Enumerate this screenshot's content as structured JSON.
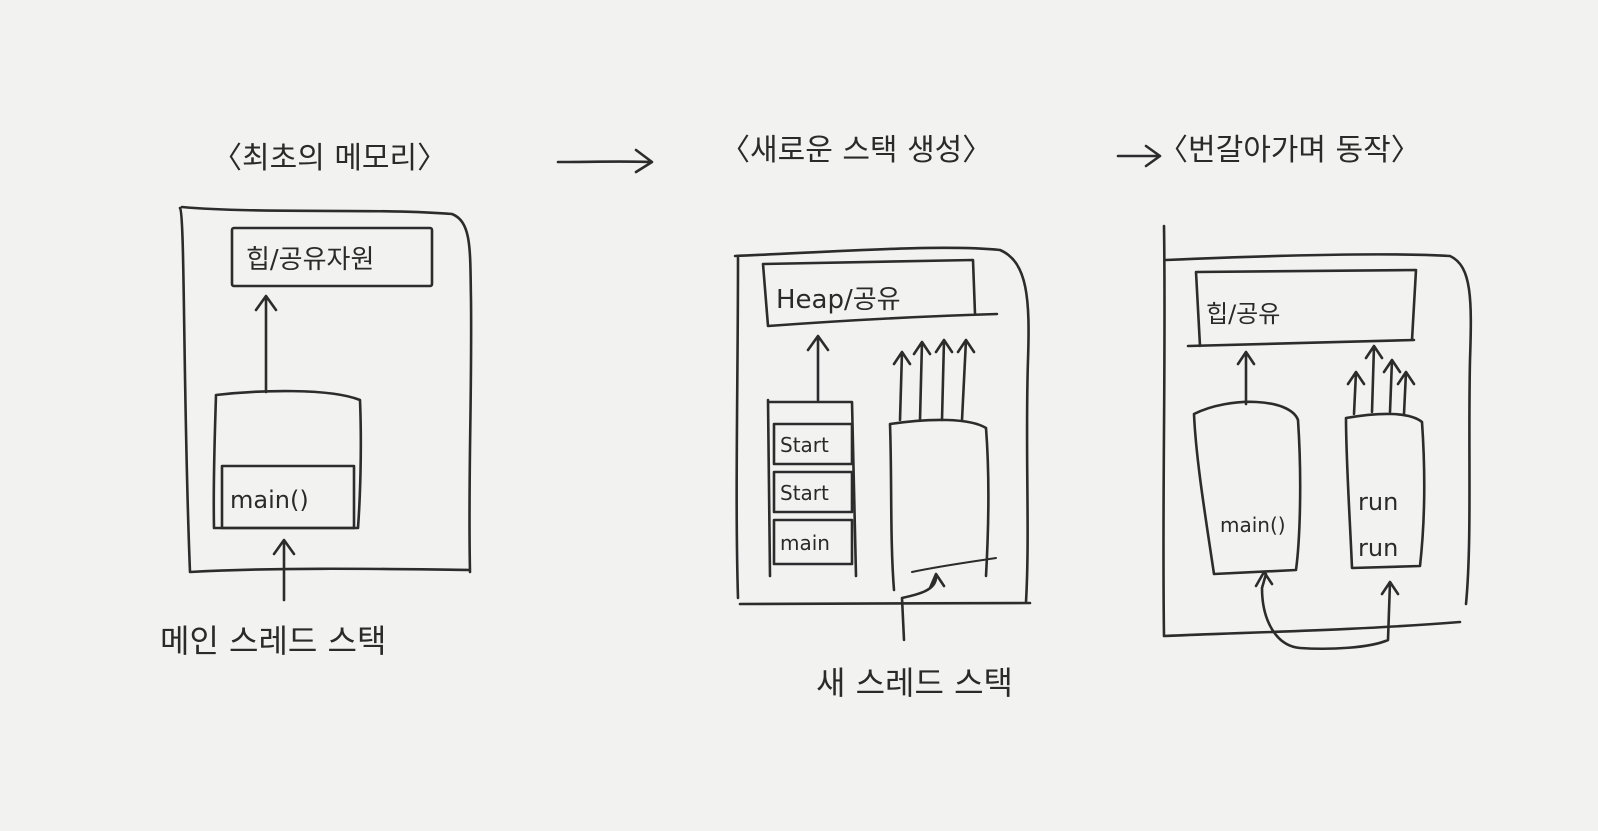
{
  "colors": {
    "pencil": "#2c2c2c",
    "paper": "#f2f2f1"
  },
  "panels": [
    {
      "title": "〈최초의 메모리〉",
      "heap_label": "힙/공유자원",
      "frames": [
        "main()"
      ],
      "caption": "메인 스레드 스택"
    },
    {
      "title": "〈새로운 스택 생성〉",
      "heap_label": "Heap/공유",
      "frames": [
        "Start",
        "Start",
        "main"
      ],
      "caption": "새 스레드 스택"
    },
    {
      "title": "〈번갈아가며 동작〉",
      "heap_label": "힙/공유",
      "frames_left": [
        "main()"
      ],
      "frames_right": [
        "run",
        "run"
      ]
    }
  ]
}
